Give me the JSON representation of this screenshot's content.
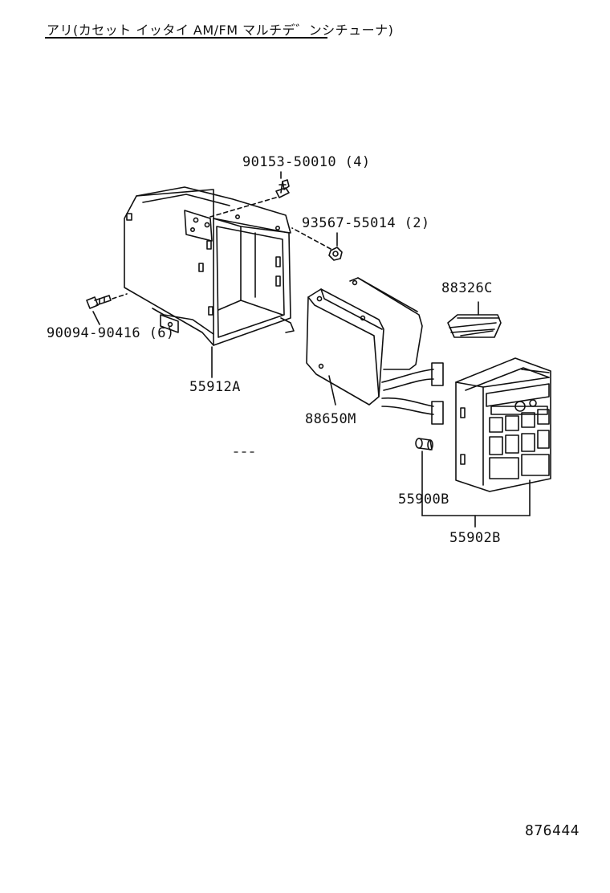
{
  "header": {
    "title": "アリ(カセット イッタイ AM/FM マルチデ゛ンシチューナ)"
  },
  "parts": {
    "bolt_top": "90153-50010 (4)",
    "nut": "93567-55014 (2)",
    "bolt_left": "90094-90416 (6)",
    "bracket": "55912A",
    "cover": "88326C",
    "receiver": "88650M",
    "knob": "55900B",
    "assembly": "55902B"
  },
  "footer": {
    "document_number": "876444"
  }
}
